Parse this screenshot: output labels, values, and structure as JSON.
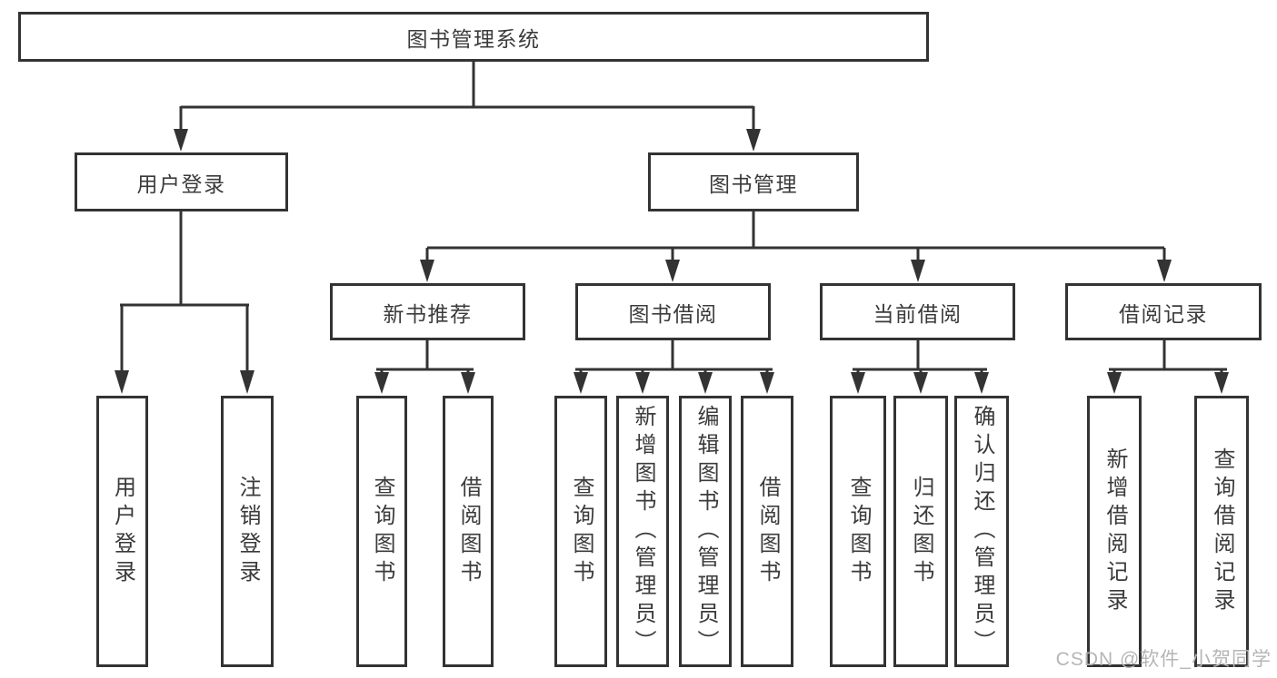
{
  "root": {
    "label": "图书管理系统"
  },
  "level2": [
    {
      "label": "用户登录",
      "children": [
        "用户登录",
        "注销登录"
      ]
    },
    {
      "label": "图书管理",
      "groups": [
        {
          "label": "新书推荐",
          "children": [
            "查询图书",
            "借阅图书"
          ]
        },
        {
          "label": "图书借阅",
          "children": [
            "查询图书",
            "新增图书（管理员）",
            "编辑图书（管理员）",
            "借阅图书"
          ]
        },
        {
          "label": "当前借阅",
          "children": [
            "查询图书",
            "归还图书",
            "确认归还（管理员）"
          ]
        },
        {
          "label": "借阅记录",
          "children": [
            "新增借阅记录",
            "查询借阅记录"
          ]
        }
      ]
    }
  ],
  "watermark": "CSDN @软件_小贺同学",
  "colors": {
    "line": "#333333",
    "border": "#333333",
    "text": "#3b3b3b",
    "background": "#ffffff",
    "watermark": "#b5b5b5"
  }
}
